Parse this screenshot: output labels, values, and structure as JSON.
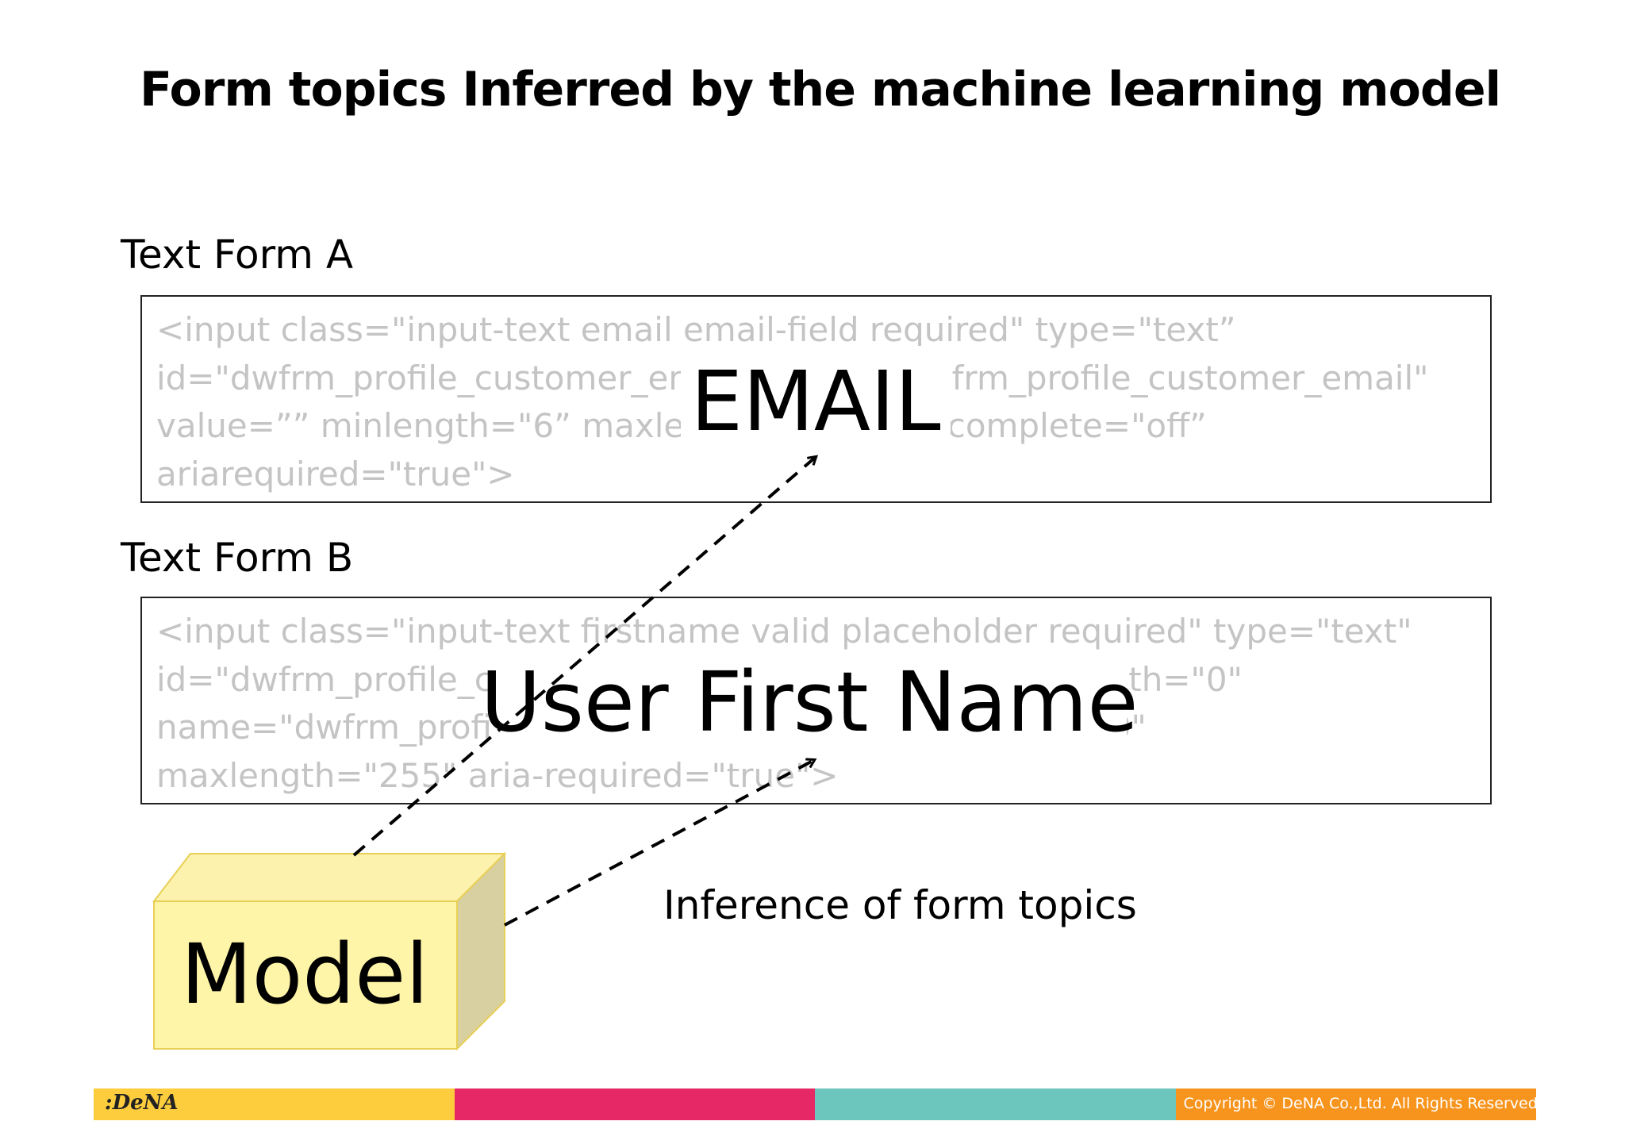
{
  "title": "Form topics Inferred by the machine learning model",
  "form_a": {
    "label": "Text Form A",
    "code": "<input class=\"input-text email email-field required\" type=\"text”\nid=\"dwfrm_profile_customer_email\" name=\"dwfrm_profile_customer_email\"\nvalue=”” minlength=\"6” maxlength=\"50\" autocomplete=\"off”\nariarequired=\"true\">",
    "topic": "EMAIL"
  },
  "form_b": {
    "label": "Text Form B",
    "code": "<input class=\"input-text firstname valid placeholder required\" type=\"text\"\nid=\"dwfrm_profile_customer_firstname\" value=\"\" minlength=\"0\"\nname=\"dwfrm_profile_customer_firstname\" minlength=\"0\"\nmaxlength=\"255\" aria-required=\"true\">",
    "topic": "User First Name"
  },
  "model": {
    "label": "Model"
  },
  "inference_label": "Inference of form topics",
  "footer": {
    "logo": ":DeNA",
    "copyright": "Copyright © DeNA Co.,Ltd. All Rights Reserved.",
    "colors": [
      "#fdcd3d",
      "#e72866",
      "#6cc6be",
      "#f7941d"
    ]
  },
  "colors": {
    "model_front": "#fff5a8",
    "model_top": "#fcf2ad",
    "model_side": "#d8d0a0",
    "model_border": "#e8cf55",
    "code_text": "#c4c4c4"
  }
}
